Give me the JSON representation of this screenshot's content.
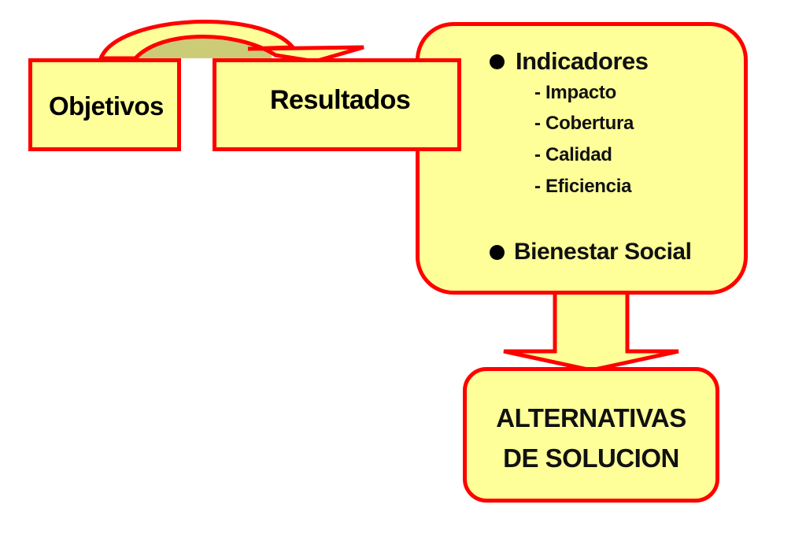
{
  "nodes": {
    "objetivos": "Objetivos",
    "resultados": "Resultados",
    "indicadores": {
      "heading": "Indicadores",
      "items": [
        "- Impacto",
        "- Cobertura",
        "- Calidad",
        "- Eficiencia"
      ]
    },
    "bienestar": "Bienestar Social",
    "alternativas": {
      "line1": "ALTERNATIVAS",
      "line2": "DE SOLUCION"
    }
  },
  "colors": {
    "box_fill": "#ffff99",
    "box_border": "#ff0000",
    "curved_arrow_shadow": "#cccc77",
    "text": "#111111",
    "bullet": "#000000"
  }
}
